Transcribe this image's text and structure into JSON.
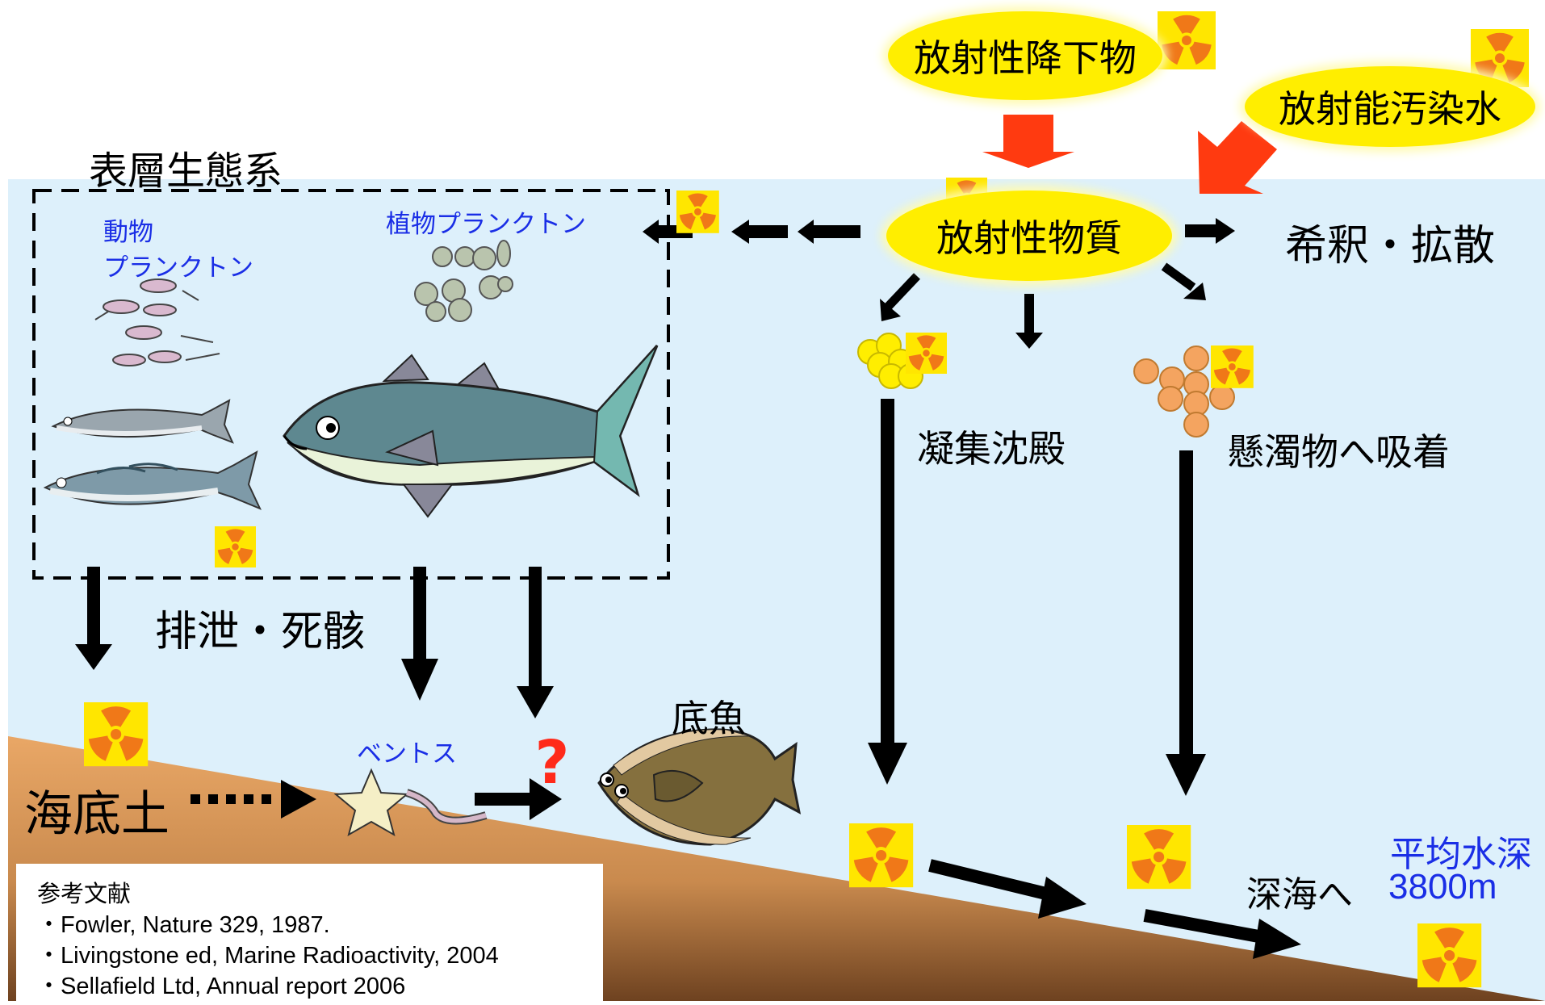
{
  "labels": {
    "surface_ecosystem": "表層生態系",
    "zooplankton_1": "動物",
    "zooplankton_2": "プランクトン",
    "phytoplankton": "植物プランクトン",
    "excretion": "排泄・死骸",
    "seabed_soil": "海底土",
    "benthos": "ベントス",
    "bottom_fish": "底魚",
    "question": "?",
    "fallout": "放射性降下物",
    "contaminated_water": "放射能汚染水",
    "radioactive_material": "放射性物質",
    "dilution": "希釈・拡散",
    "coagulation": "凝集沈殿",
    "adsorption": "懸濁物へ吸着",
    "to_deep_sea": "深海へ",
    "avg_depth_1": "平均水深",
    "avg_depth_2": "3800m"
  },
  "references": {
    "title": "参考文献",
    "items": [
      "・Fowler, Nature 329, 1987.",
      "・Livingstone ed, Marine Radioactivity, 2004",
      "・Sellafield Ltd, Annual report 2006"
    ]
  },
  "colors": {
    "sea": "#ddf0fb",
    "seabed_top": "#e8a566",
    "seabed_bottom": "#7a4a22",
    "ellipse": "#ffee00",
    "red_arrow": "#ff3a10",
    "hazard_bg": "#ffe600",
    "hazard_symbol": "#f07818",
    "yellow_particle": "#ffee00",
    "orange_particle": "#f4a460",
    "label_blue": "#1a2ee6",
    "question_red": "#ff2a1a"
  },
  "icons": [
    "radiation-hazard-icon",
    "zooplankton-icon",
    "phytoplankton-icon",
    "sardine-icon",
    "mackerel-icon",
    "bonito-icon",
    "flounder-icon",
    "starfish-icon",
    "worm-icon"
  ]
}
